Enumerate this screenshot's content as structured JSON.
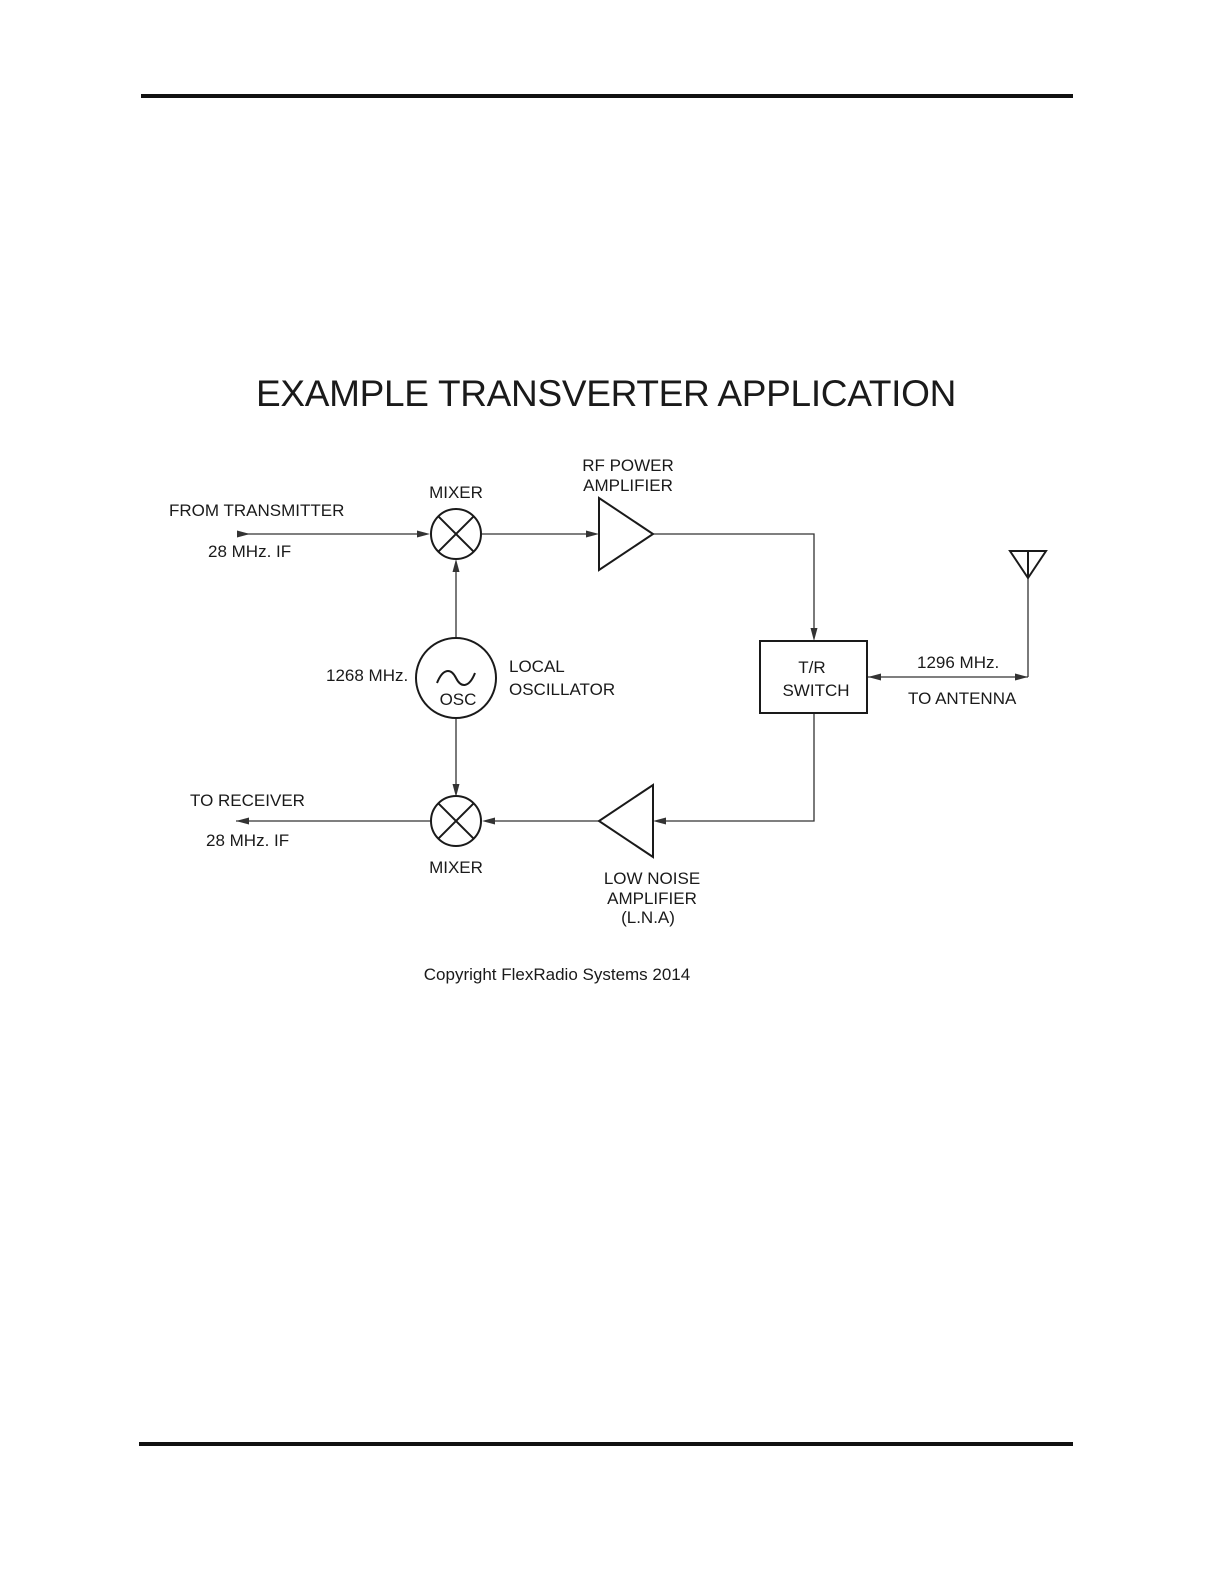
{
  "title": "EXAMPLE TRANSVERTER APPLICATION",
  "labels": {
    "mixer_top": "MIXER",
    "mixer_bottom": "MIXER",
    "rf_power_line1": "RF POWER",
    "rf_power_line2": "AMPLIFIER",
    "from_transmitter": "FROM TRANSMITTER",
    "tx_if": "28 MHz. IF",
    "lo_freq": "1268 MHz.",
    "osc": "OSC",
    "local_line1": "LOCAL",
    "local_line2": "OSCILLATOR",
    "tr_line1": "T/R",
    "tr_line2": "SWITCH",
    "ant_freq": "1296 MHz.",
    "to_antenna": "TO ANTENNA",
    "to_receiver": "TO RECEIVER",
    "rx_if": "28 MHz. IF",
    "lna_line1": "LOW NOISE",
    "lna_line2": "AMPLIFIER",
    "lna_line3": "(L.N.A)"
  },
  "copyright": "Copyright FlexRadio Systems 2014"
}
